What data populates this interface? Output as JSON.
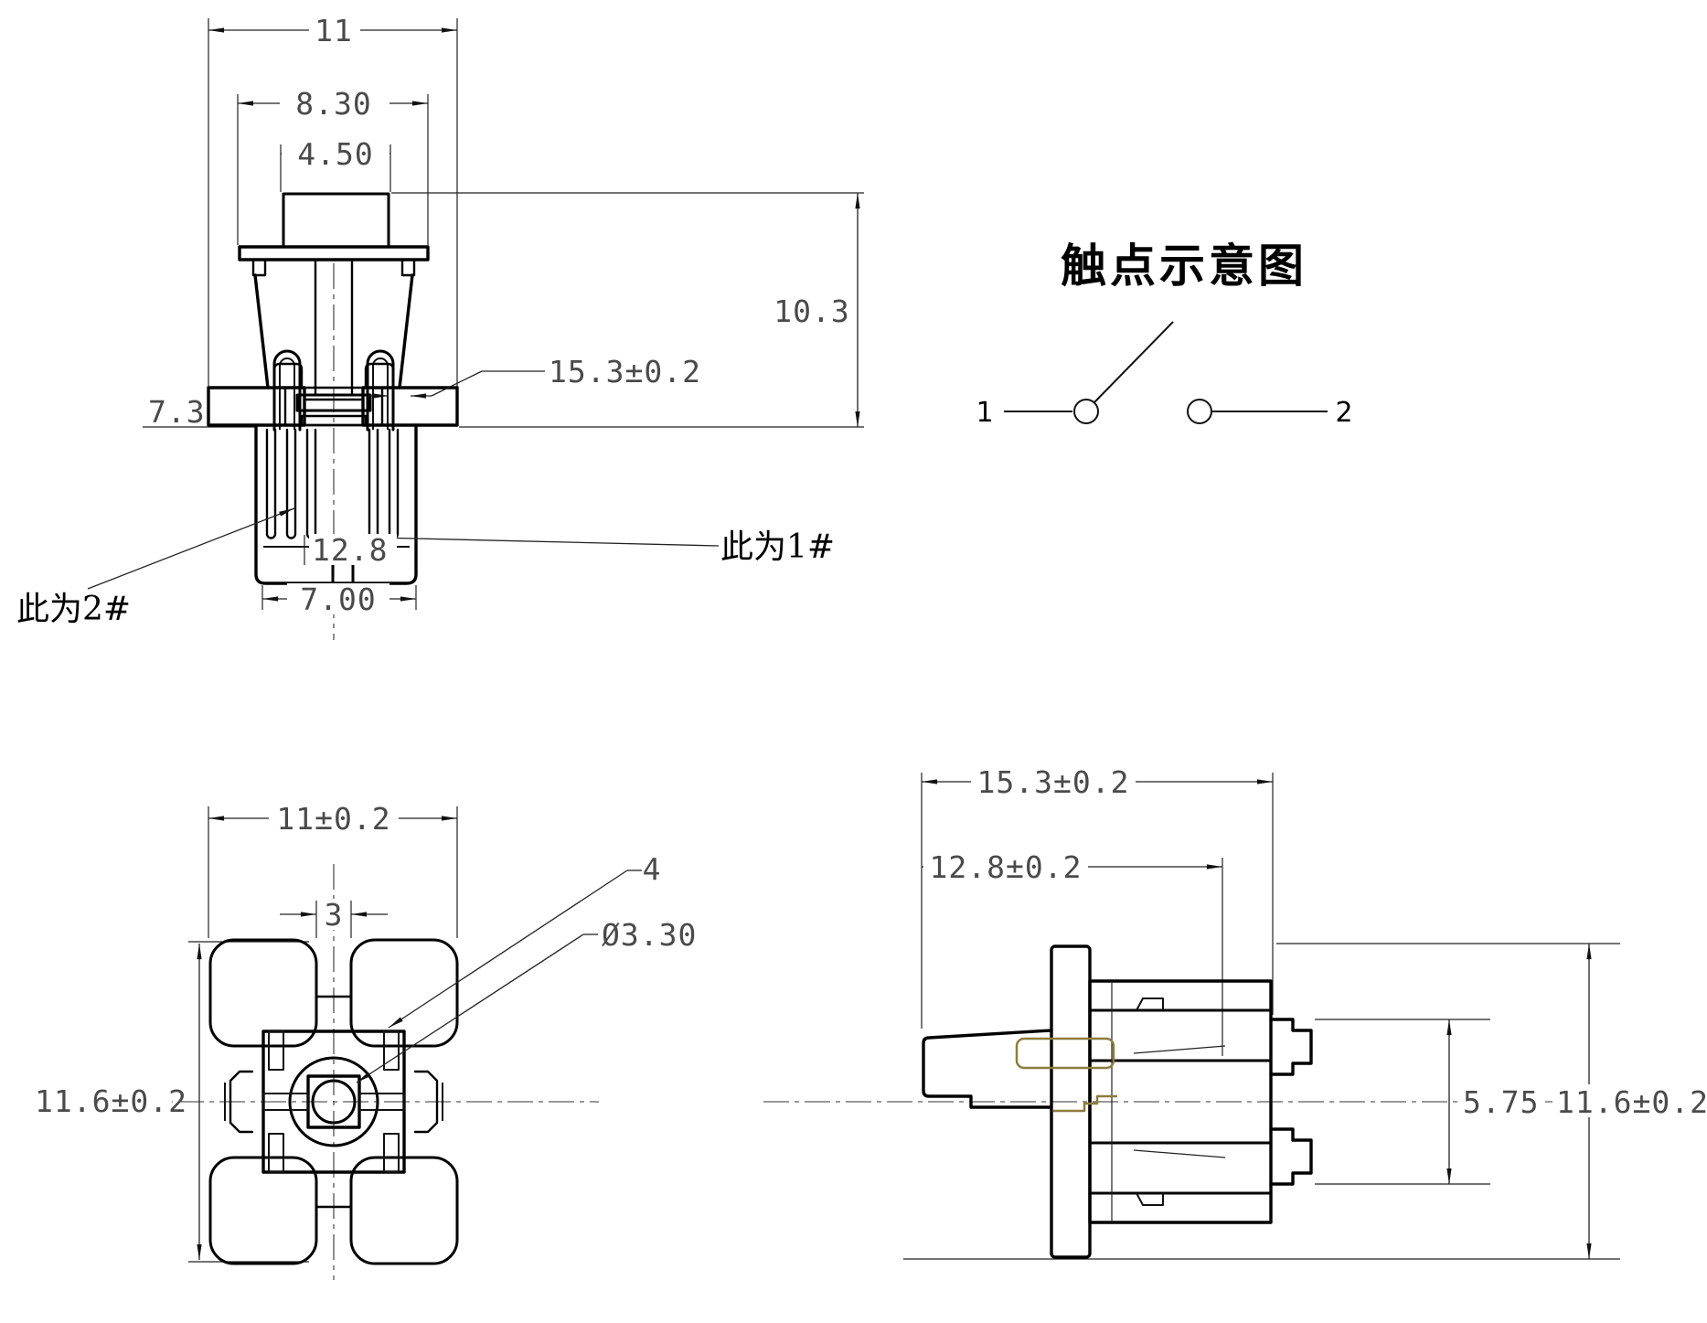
{
  "drawing": {
    "background_color": "#ffffff",
    "line_color": "#000000",
    "dimension_text_color": "#4a4a4a",
    "highlight_color": "#8d7c3e",
    "front_view": {
      "dim_overall_width": "11",
      "dim_cap_width": "8.30",
      "dim_button_width": "4.50",
      "dim_height": "10.3",
      "dim_pin_pitch": "15.3±0.2",
      "dim_flange": "7.3",
      "dim_lower_width": "12.8",
      "dim_pin_span": "7.00",
      "label_pin2": "此为2#",
      "label_pin1": "此为1#"
    },
    "contact_schematic": {
      "title": "触点示意图",
      "terminal_1": "1",
      "terminal_2": "2"
    },
    "plan_view": {
      "dim_body_width": "11±0.2",
      "dim_slot": "3",
      "dim_corner": "4",
      "dim_hole": "Ø3.30",
      "dim_body_height": "11.6±0.2"
    },
    "side_view": {
      "dim_total_depth": "15.3±0.2",
      "dim_body_depth": "12.8±0.2",
      "dim_pin_span": "5.75",
      "dim_height": "11.6±0.2"
    }
  }
}
